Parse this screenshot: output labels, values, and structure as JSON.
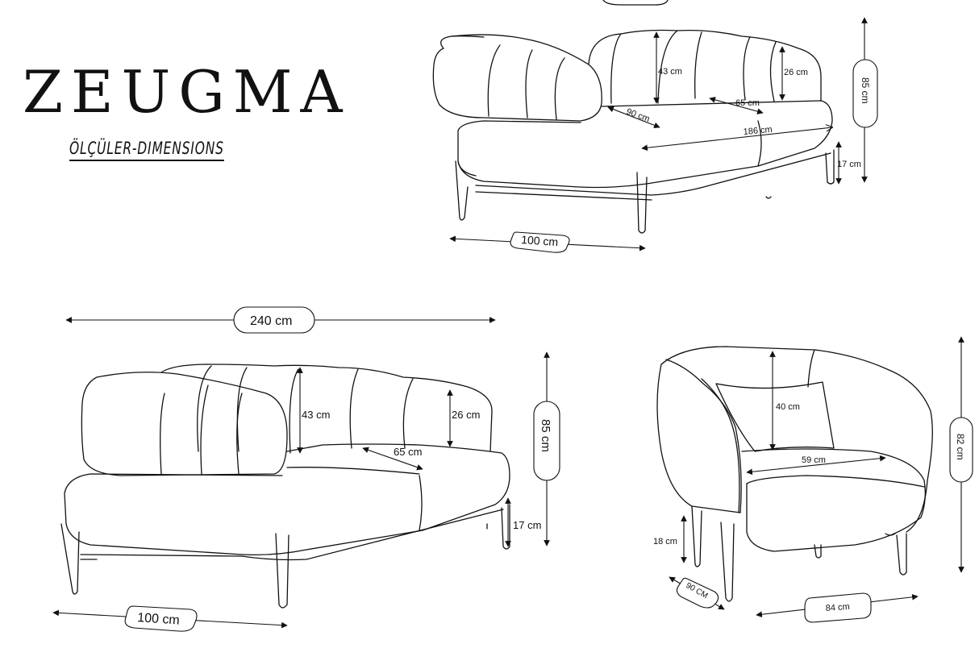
{
  "brand": {
    "name": "ZEUGMA",
    "subtitle": "ÖLÇÜLER-DIMENSIONS"
  },
  "sofa_top": {
    "dims": {
      "back_height": "43 cm",
      "arm_height": "26 cm",
      "total_height": "85 cm",
      "seat_depth": "90 cm",
      "seat_width": "65 cm",
      "length": "186 cm",
      "leg_height": "17 cm",
      "depth": "100 cm"
    }
  },
  "sofa_bottom": {
    "dims": {
      "width": "240 cm",
      "back_height": "43 cm",
      "arm_height": "26 cm",
      "seat_width": "65 cm",
      "total_height": "85 cm",
      "leg_height": "17 cm",
      "depth": "100 cm"
    }
  },
  "armchair": {
    "dims": {
      "back_height": "40 cm",
      "seat_width": "59 cm",
      "total_height": "82 cm",
      "leg_height": "18 cm",
      "depth": "90 CM",
      "width": "84 cm"
    }
  },
  "colors": {
    "line": "#111111",
    "background": "#ffffff"
  }
}
